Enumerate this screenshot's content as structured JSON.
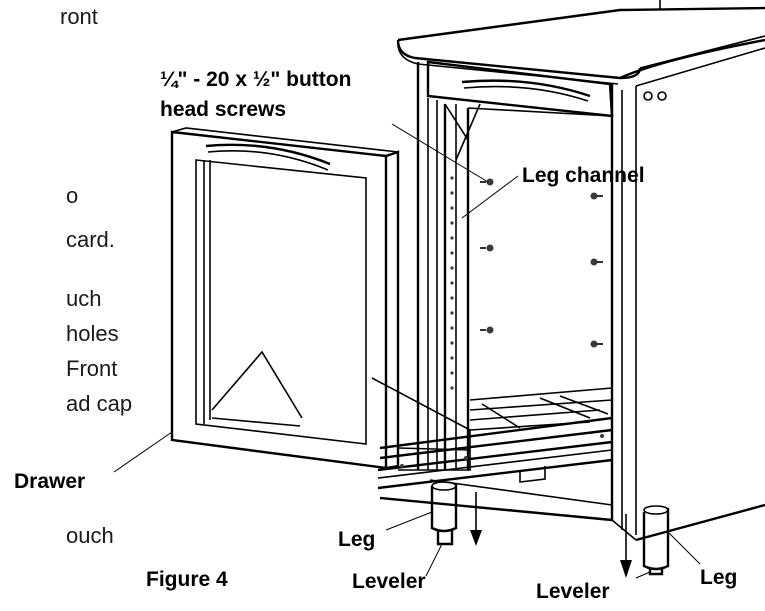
{
  "text_fragments": [
    "ront",
    "o",
    "card.",
    "uch",
    "holes",
    "Front",
    "ad cap",
    "ouch"
  ],
  "labels": {
    "screws_line1": "¼\" - 20 x ½\" button",
    "screws_line2": "head screws",
    "leg_channel": "Leg channel",
    "drawer": "Drawer",
    "leg_front": "Leg",
    "leveler_front": "Leveler",
    "leveler_right": "Leveler",
    "leg_right": "Leg",
    "figure": "Figure 4"
  }
}
